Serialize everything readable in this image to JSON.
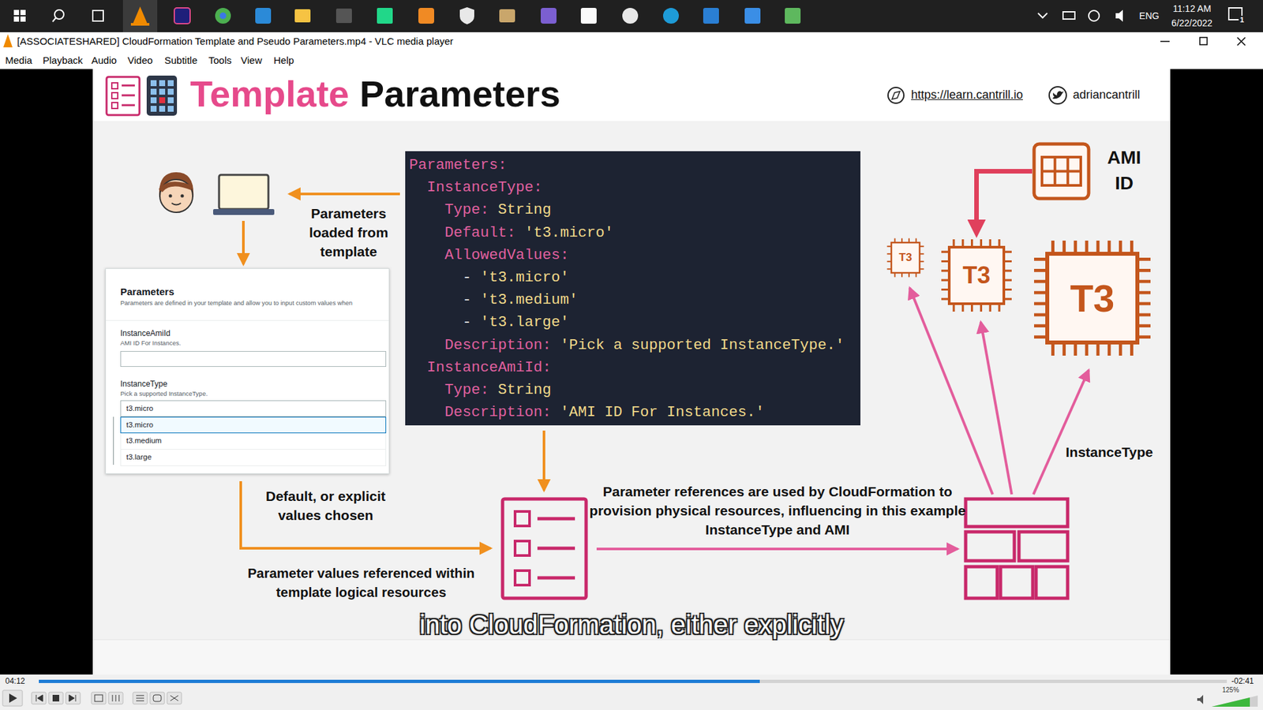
{
  "diagram": {
    "nodes": [
      {
        "text": [
          "Parameters:",
          "InstanceType:",
          "Type:",
          "String",
          "Default:",
          "'t3.micro'",
          "AllowedValues:",
          "-",
          "'t3.micro'",
          "-",
          "'t3.medium'",
          "-",
          "'t3.large'",
          "Description:",
          "'Pick a supported InstanceType.'",
          "InstanceAmiId:",
          "Type:",
          "String",
          "Description:",
          "'AMI ID For Instances.'"
        ]
      },
      {
        "text": [
          "Parameters",
          "Parameters are defined in your template and allow you to input custom values when",
          "InstanceAmiId",
          "AMI ID For Instances.",
          "InstanceType",
          "Pick a supported InstanceType."
        ]
      },
      {
        "text": [
          "t3.micro",
          "t3.micro",
          "t3.medium",
          "t3.large"
        ],
        "in": 1
      },
      {
        "text": [
          "AMI ID"
        ]
      },
      {
        "text": [
          "T3"
        ]
      },
      {
        "text": [
          "T3"
        ]
      },
      {
        "text": [
          "T3"
        ]
      }
    ],
    "edges": [
      {
        "from": 3,
        "to": 5,
        "arrow": "to"
      }
    ],
    "labels": [
      "ENG",
      "11:12 AM",
      "6/22/2022",
      "1",
      "[ASSOCIATESHARED] CloudFormation Template and Pseudo Parameters.mp4 - VLC media player",
      "Media",
      "Playback",
      "Audio",
      "Video",
      "Subtitle",
      "Tools",
      "View",
      "Help",
      "Template",
      "Parameters",
      "https://learn.cantrill.io",
      "adriancantrill",
      "Parameters loaded from template",
      "Default, or explicit values chosen",
      "Parameter values referenced within template logical resources",
      "Parameter references are used by CloudFormation to provision physical resources, influencing in this example InstanceType and AMI",
      "InstanceType",
      "into CloudFormation, either explicitly",
      "04:12",
      "-02:41",
      "125%"
    ]
  }
}
